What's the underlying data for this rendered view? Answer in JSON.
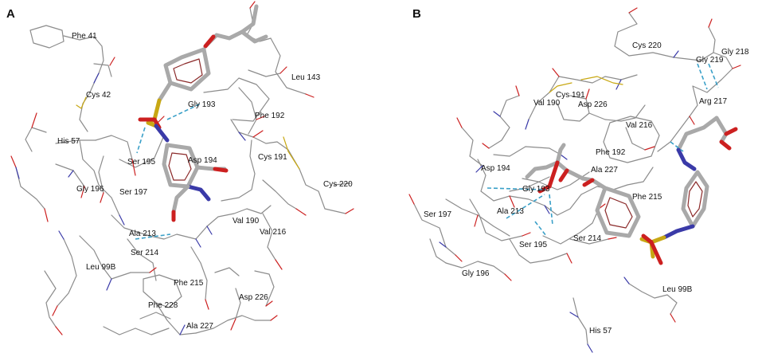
{
  "colors": {
    "carbon": "#8c8c8c",
    "ligand_carbon": "#a9a9a9",
    "ligand_ring": "#8b2a2a",
    "oxygen": "#cc2020",
    "nitrogen": "#3a3aa8",
    "sulfur": "#c8a814",
    "hbond": "#3aa0c8",
    "background": "#ffffff",
    "label": "#111111"
  },
  "panels": [
    {
      "letter": "A",
      "labels": [
        "Phe 41",
        "Cys 42",
        "Leu 143",
        "Gly 193",
        "Phe 192",
        "His 57",
        "Ser 195",
        "Asp 194",
        "Cys 191",
        "Gly 196",
        "Ser 197",
        "Cys 220",
        "Val 190",
        "Ala 213",
        "Val 216",
        "Ser 214",
        "Leu 99B",
        "Phe 215",
        "Phe 228",
        "Asp 226",
        "Ala 227"
      ]
    },
    {
      "letter": "B",
      "labels": [
        "Cys 220",
        "Gly 218",
        "Gly 219",
        "Arg 217",
        "Val 190",
        "Cys 191",
        "Asp 226",
        "Val 216",
        "Phe 192",
        "Asp 194",
        "Ala 227",
        "Phe 215",
        "Gly 193",
        "Ser 197",
        "Ala 213",
        "Ser 214",
        "Ser 195",
        "Gly 196",
        "Leu 99B",
        "His 57"
      ]
    }
  ]
}
